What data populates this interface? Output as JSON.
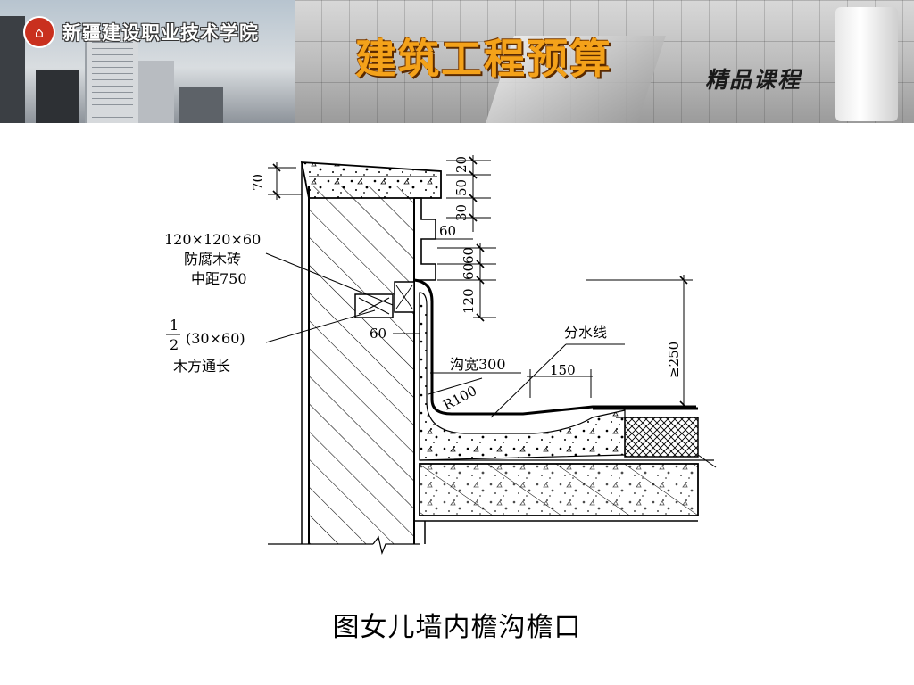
{
  "header": {
    "school_name": "新疆建设职业技术学院",
    "course_title": "建筑工程预算",
    "quality_tag": "精品课程",
    "logo_icon": "school-emblem-icon"
  },
  "diagram": {
    "dimensions": {
      "d70": "70",
      "d20": "20",
      "d50": "50",
      "d30": "30",
      "d60_notch": "60",
      "d60a": "60",
      "d60b": "60",
      "d120": "120",
      "d60_gap": "60",
      "d150": "150",
      "d250": "≥250",
      "r100": "R100",
      "gutter_width": "沟宽300"
    },
    "labels": {
      "wood_brick_size": "120×120×60",
      "wood_brick_name": "防腐木砖",
      "wood_brick_spacing": "中距750",
      "half_top": "1",
      "half_bottom": "2",
      "wood_strip_size": "(30×60)",
      "wood_strip_name": "木方通长",
      "divide_line": "分水线"
    }
  },
  "caption": "图女儿墙内檐沟檐口"
}
